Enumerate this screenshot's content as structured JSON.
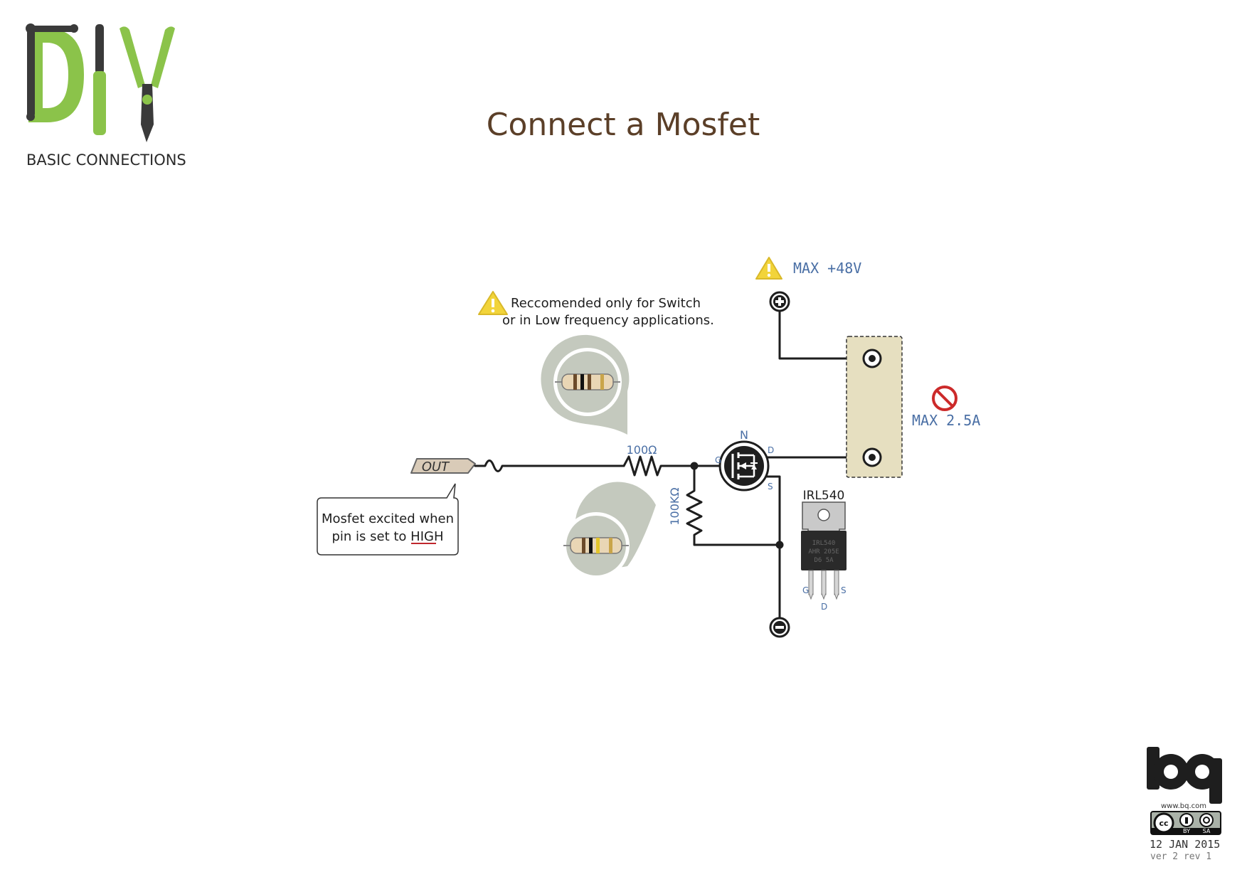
{
  "header": {
    "logo_text": "DIY",
    "subtitle": "BASIC CONNECTIONS",
    "title": "Connect a Mosfet"
  },
  "diagram": {
    "warning_note_line1": "Reccomended only for Switch",
    "warning_note_line2": "or in Low frequency applications.",
    "out_pin_label": "OUT",
    "callout_line1": "Mosfet excited when",
    "callout_line2_prefix": "pin is set to ",
    "callout_line2_emph": "HIGH",
    "resistor_gate_value": "100Ω",
    "resistor_pulldown_value": "100KΩ",
    "mosfet_channel": "N",
    "mosfet_pins": {
      "gate": "G",
      "drain": "D",
      "source": "S"
    },
    "mosfet_part": "IRL540",
    "package_pins": {
      "gate": "G",
      "drain": "D",
      "source": "S"
    },
    "package_marking_lines": [
      "IRL540",
      "AHR 205E",
      "D6   5A"
    ],
    "supply_max_voltage": "MAX +48V",
    "load_max_current": "MAX 2.5A"
  },
  "footer": {
    "brand": "bq",
    "website": "www.bq.com",
    "license_by": "BY",
    "license_sa": "SA",
    "date": "12 JAN 2015",
    "version": "ver 2 rev 1"
  },
  "colors": {
    "logo_green": "#8bc34a",
    "logo_dark": "#3a3a3a",
    "title_brown": "#5b3f28",
    "label_blue": "#4a6fa5",
    "load_fill": "#e6dfc0",
    "warning_yellow": "#f2d43a",
    "no_sign_red": "#cc2a2a",
    "underline_red": "#c0272d"
  },
  "icons": [
    "warning-triangle-icon",
    "no-entry-icon",
    "plus-terminal-icon",
    "minus-terminal-icon",
    "creative-commons-icon"
  ]
}
